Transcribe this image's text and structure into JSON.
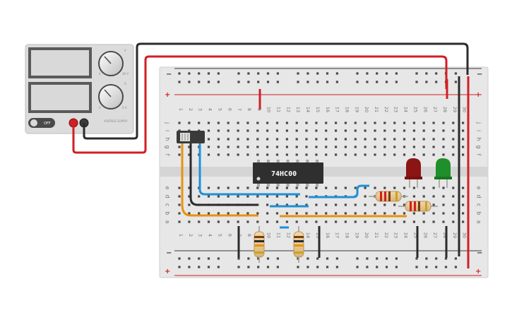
{
  "power_supply": {
    "off_label": "OFF",
    "brand_label": "VOLTAGE SUPPLY",
    "knob_voltage_label": "V",
    "knob_current_label": "A",
    "knob_voltage_max": "30 V",
    "knob_current_max": "5 A",
    "knob_zero": "0"
  },
  "breadboard": {
    "columns": [
      "1",
      "2",
      "3",
      "4",
      "5",
      "6",
      "7",
      "8",
      "9",
      "10",
      "11",
      "12",
      "13",
      "14",
      "15",
      "16",
      "17",
      "18",
      "19",
      "20",
      "21",
      "22",
      "23",
      "24",
      "25",
      "26",
      "27",
      "28",
      "29",
      "30"
    ],
    "rows_top": [
      "j",
      "i",
      "h",
      "g",
      "f"
    ],
    "rows_bottom": [
      "e",
      "d",
      "c",
      "b",
      "a"
    ],
    "rail_minus": "−",
    "rail_plus": "+"
  },
  "chip": {
    "label": "74HC00"
  },
  "colors": {
    "wire_red": "#d01f25",
    "wire_black": "#2b2b2b",
    "wire_blue": "#1e90d6",
    "wire_orange": "#e8920d",
    "led_red": "#8b1414",
    "led_green": "#1f8f2a",
    "board": "#e7e7e7"
  }
}
